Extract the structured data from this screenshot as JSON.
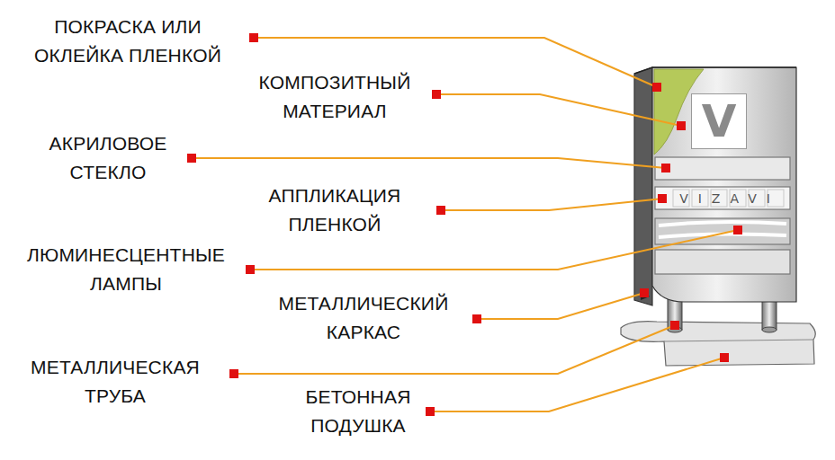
{
  "diagram": {
    "nodes": [
      {
        "text": [
          "V"
        ]
      },
      {
        "text": [
          "VIZAVI"
        ]
      }
    ],
    "labels": [
      "ПОКРАСКА ИЛИ ОКЛЕЙКА ПЛЕНКОЙ",
      "КОМПОЗИТНЫЙ МАТЕРИАЛ",
      "АКРИЛОВОЕ СТЕКЛО",
      "АППЛИКАЦИЯ ПЛЕНКОЙ",
      "ЛЮМИНЕСЦЕНТНЫЕ ЛАМПЫ",
      "МЕТАЛЛИЧЕСКИЙ КАРКАС",
      "МЕТАЛЛИЧЕСКАЯ ТРУБА",
      "БЕТОННАЯ ПОДУШКА"
    ]
  }
}
